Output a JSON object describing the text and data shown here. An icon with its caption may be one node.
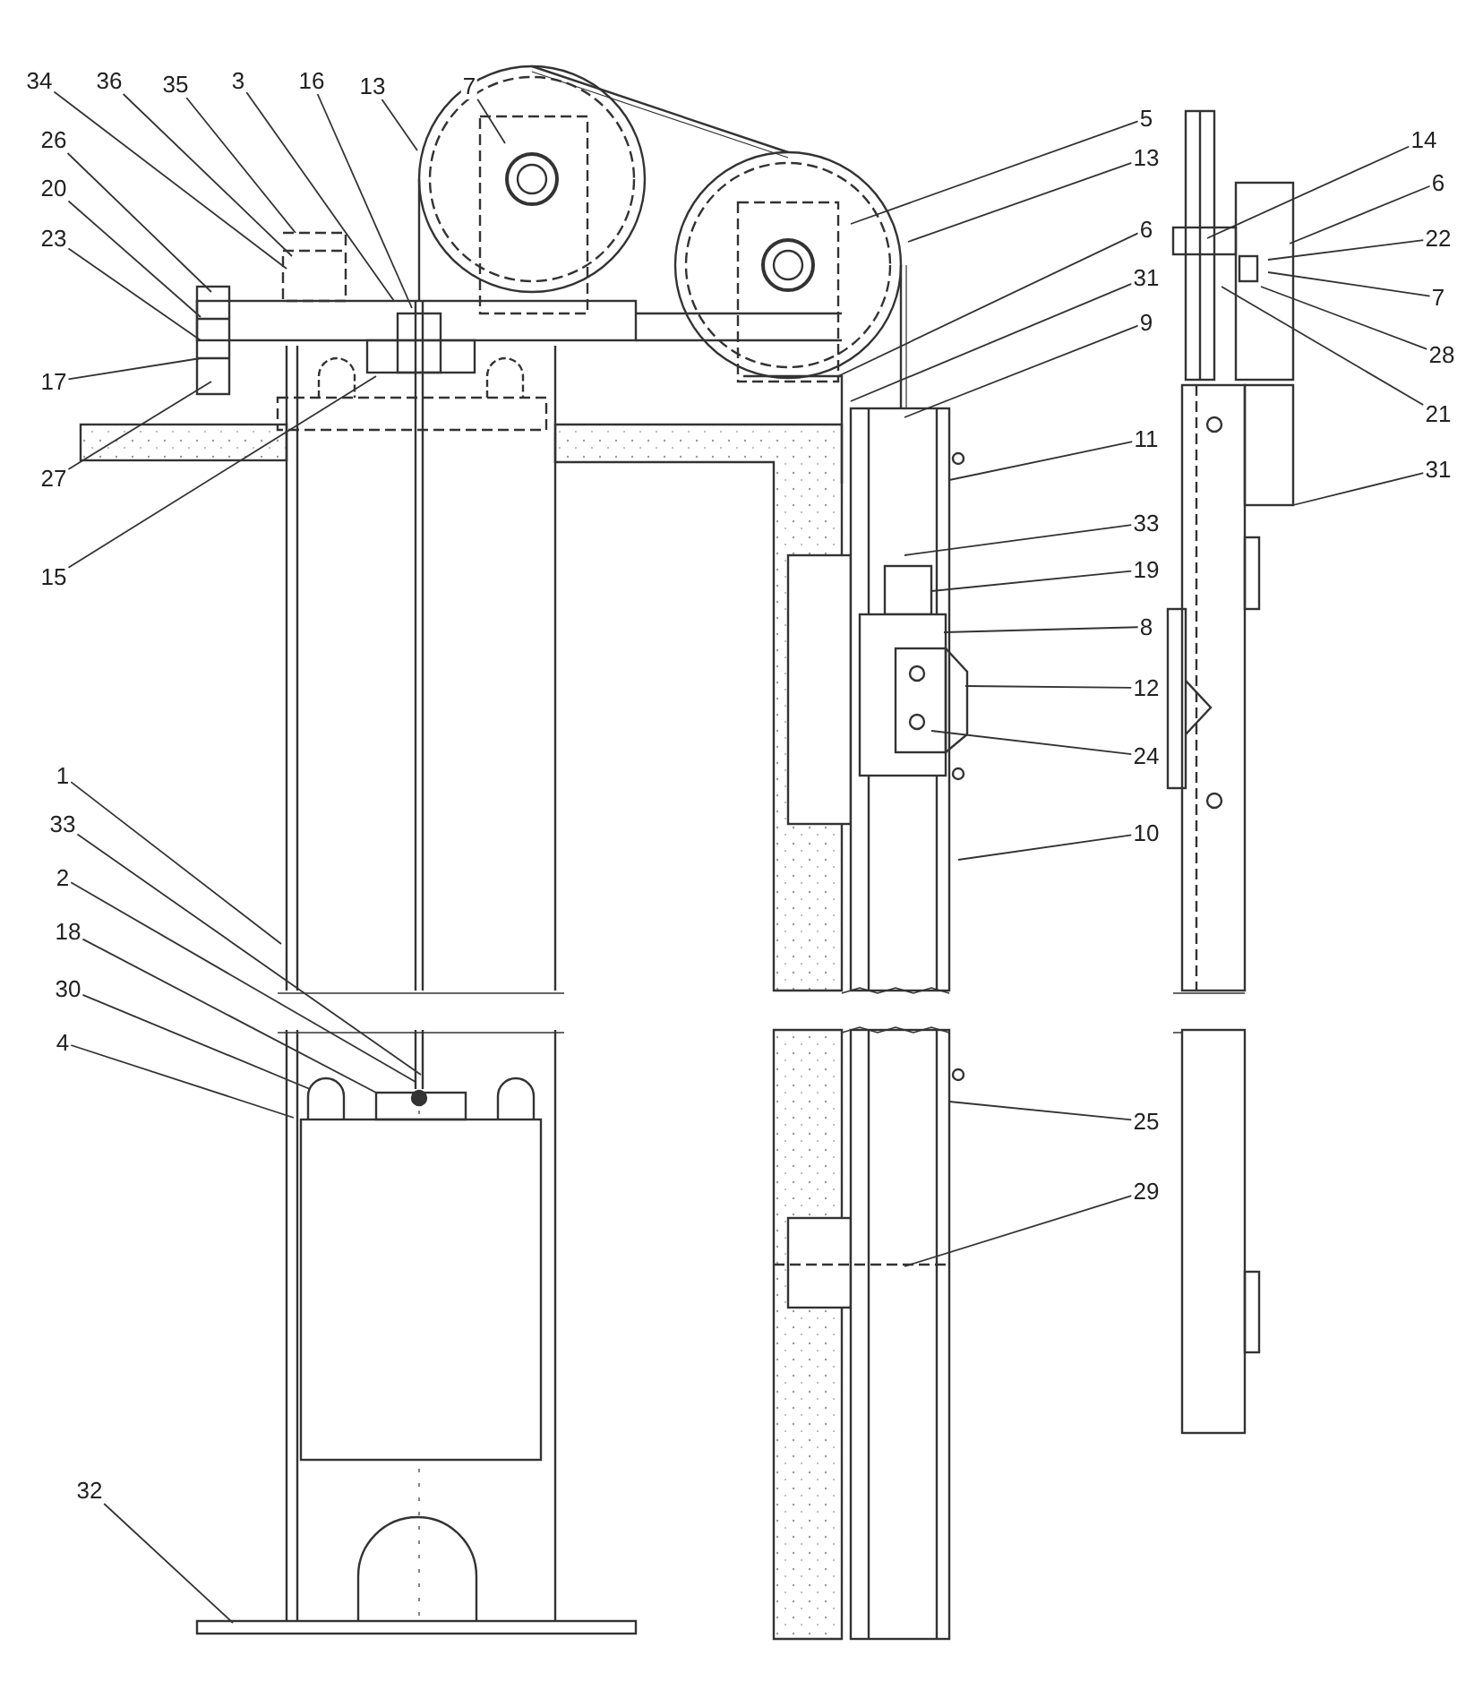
{
  "diagram": {
    "nodes": [
      {
        "text": [
          "34"
        ]
      },
      {
        "text": [
          "36"
        ]
      },
      {
        "text": [
          "35"
        ]
      },
      {
        "text": [
          "3"
        ]
      },
      {
        "text": [
          "16"
        ]
      },
      {
        "text": [
          "13"
        ]
      },
      {
        "text": [
          "7"
        ]
      },
      {
        "text": [
          "26"
        ]
      },
      {
        "text": [
          "20"
        ]
      },
      {
        "text": [
          "23"
        ]
      },
      {
        "text": [
          "17"
        ]
      },
      {
        "text": [
          "27"
        ]
      },
      {
        "text": [
          "15"
        ]
      },
      {
        "text": [
          "5"
        ]
      },
      {
        "text": [
          "13"
        ]
      },
      {
        "text": [
          "6"
        ]
      },
      {
        "text": [
          "31"
        ]
      },
      {
        "text": [
          "9"
        ]
      },
      {
        "text": [
          "11"
        ]
      },
      {
        "text": [
          "33"
        ]
      },
      {
        "text": [
          "19"
        ]
      },
      {
        "text": [
          "8"
        ]
      },
      {
        "text": [
          "12"
        ]
      },
      {
        "text": [
          "24"
        ]
      },
      {
        "text": [
          "10"
        ]
      },
      {
        "text": [
          "25"
        ]
      },
      {
        "text": [
          "29"
        ]
      },
      {
        "text": [
          "14"
        ]
      },
      {
        "text": [
          "6"
        ]
      },
      {
        "text": [
          "22"
        ]
      },
      {
        "text": [
          "7"
        ]
      },
      {
        "text": [
          "28"
        ]
      },
      {
        "text": [
          "21"
        ]
      },
      {
        "text": [
          "31"
        ]
      },
      {
        "text": [
          "1"
        ]
      },
      {
        "text": [
          "33"
        ]
      },
      {
        "text": [
          "2"
        ]
      },
      {
        "text": [
          "18"
        ]
      },
      {
        "text": [
          "30"
        ]
      },
      {
        "text": [
          "4"
        ]
      },
      {
        "text": [
          "32"
        ]
      }
    ],
    "edges": [
      {
        "from": 0,
        "to": null,
        "arrow": "none"
      },
      {
        "from": 1,
        "to": null,
        "arrow": "none"
      },
      {
        "from": 2,
        "to": null,
        "arrow": "none"
      },
      {
        "from": 3,
        "to": null,
        "arrow": "none"
      },
      {
        "from": 4,
        "to": null,
        "arrow": "none"
      },
      {
        "from": 5,
        "to": null,
        "arrow": "none"
      },
      {
        "from": 6,
        "to": null,
        "arrow": "none"
      },
      {
        "from": 7,
        "to": null,
        "arrow": "none"
      },
      {
        "from": 8,
        "to": null,
        "arrow": "none"
      },
      {
        "from": 9,
        "to": null,
        "arrow": "none"
      },
      {
        "from": 10,
        "to": null,
        "arrow": "none"
      },
      {
        "from": 11,
        "to": null,
        "arrow": "none"
      },
      {
        "from": 12,
        "to": null,
        "arrow": "none"
      },
      {
        "from": 13,
        "to": null,
        "arrow": "none"
      },
      {
        "from": 14,
        "to": null,
        "arrow": "none"
      },
      {
        "from": 15,
        "to": null,
        "arrow": "none"
      },
      {
        "from": 16,
        "to": null,
        "arrow": "none"
      },
      {
        "from": 17,
        "to": null,
        "arrow": "none"
      },
      {
        "from": 18,
        "to": null,
        "arrow": "none"
      },
      {
        "from": 19,
        "to": null,
        "arrow": "none"
      },
      {
        "from": 20,
        "to": null,
        "arrow": "none"
      },
      {
        "from": 21,
        "to": null,
        "arrow": "none"
      },
      {
        "from": 22,
        "to": null,
        "arrow": "none"
      },
      {
        "from": 23,
        "to": null,
        "arrow": "none"
      },
      {
        "from": 24,
        "to": null,
        "arrow": "none"
      },
      {
        "from": 25,
        "to": null,
        "arrow": "none"
      },
      {
        "from": 26,
        "to": null,
        "arrow": "none"
      },
      {
        "from": 27,
        "to": null,
        "arrow": "none"
      },
      {
        "from": 28,
        "to": null,
        "arrow": "none"
      },
      {
        "from": 29,
        "to": null,
        "arrow": "none"
      },
      {
        "from": 30,
        "to": null,
        "arrow": "none"
      },
      {
        "from": 31,
        "to": null,
        "arrow": "none"
      },
      {
        "from": 32,
        "to": null,
        "arrow": "none"
      },
      {
        "from": 33,
        "to": null,
        "arrow": "none"
      },
      {
        "from": 34,
        "to": null,
        "arrow": "none"
      },
      {
        "from": 35,
        "to": null,
        "arrow": "none"
      },
      {
        "from": 36,
        "to": null,
        "arrow": "none"
      },
      {
        "from": 37,
        "to": null,
        "arrow": "none"
      },
      {
        "from": 38,
        "to": null,
        "arrow": "none"
      },
      {
        "from": 39,
        "to": null,
        "arrow": "none"
      },
      {
        "from": 40,
        "to": null,
        "arrow": "none"
      }
    ]
  }
}
